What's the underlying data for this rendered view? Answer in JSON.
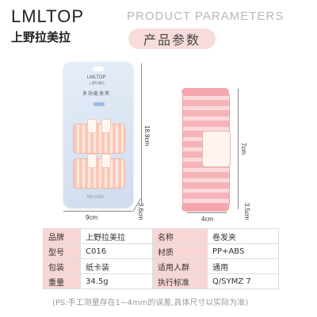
{
  "header": {
    "brand_en": "LMLTOP",
    "brand_cn": "上野拉美拉",
    "params_en": "PRODUCT PARAMETERS",
    "params_cn": "产品参数"
  },
  "package": {
    "brand": "LMLTOP",
    "brand_cn": "上野拉美拉",
    "label": "多功能发夹",
    "code": "NO.C016"
  },
  "dimensions": {
    "package_height": "18.9cm",
    "package_width": "9cm",
    "package_depth": "3.6cm",
    "curler_height": "7cm",
    "curler_width": "4cm",
    "curler_depth": "3.5cm"
  },
  "spec_table": {
    "rows": [
      {
        "k1": "品牌",
        "v1": "上野拉美拉",
        "k2": "名称",
        "v2": "卷发夹"
      },
      {
        "k1": "型号",
        "v1": "C016",
        "k2": "材质",
        "v2": "PP+ABS"
      },
      {
        "k1": "包装",
        "v1": "纸卡装",
        "k2": "适用人群",
        "v2": "通用"
      },
      {
        "k1": "重量",
        "v1": "34.5g",
        "k2": "执行标准",
        "v2": "Q/SYMZ 7"
      }
    ]
  },
  "note": "(PS:手工测量存在1~4mm的误差,具体尺寸以实际为准)",
  "colors": {
    "accent_pink": "#f7d6d6",
    "curler_pink": "#f6b3b8",
    "card_blue": "#cfdcee"
  }
}
